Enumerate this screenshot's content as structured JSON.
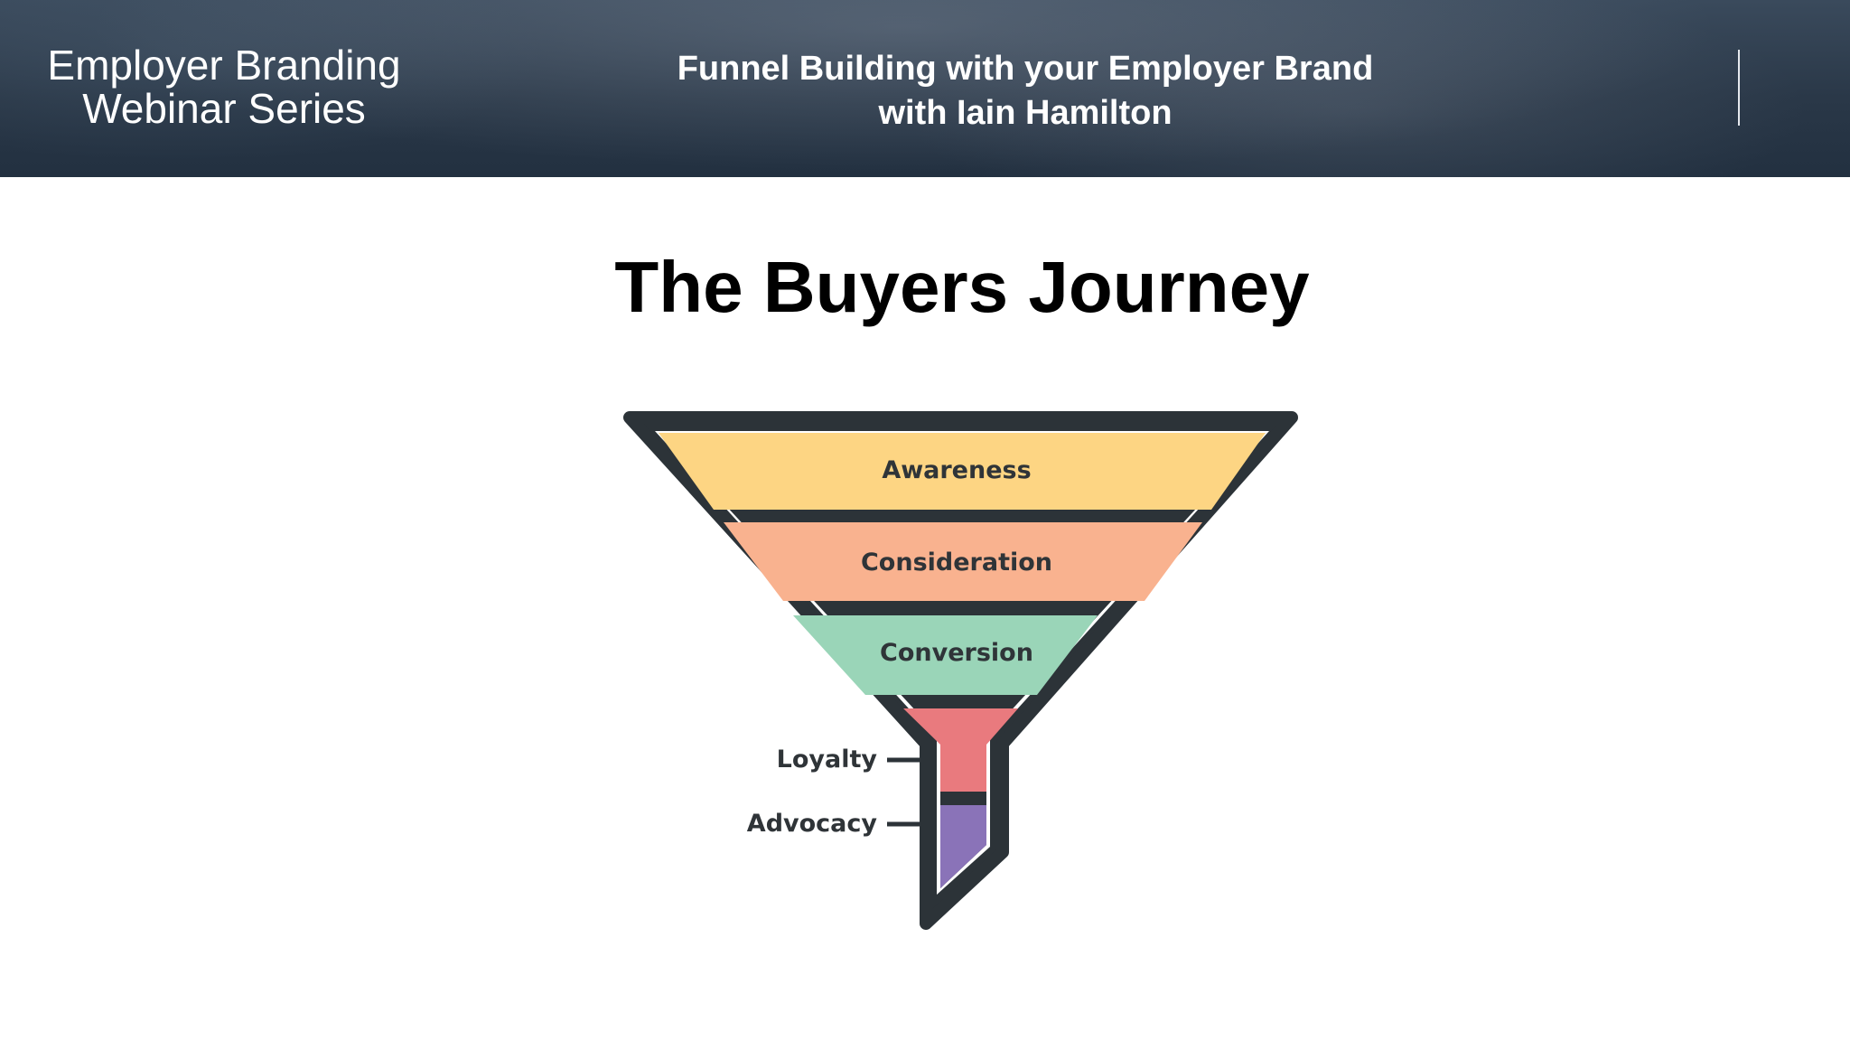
{
  "header": {
    "series_line1": "Employer Branding",
    "series_line2": "Webinar Series",
    "title_line1": "Funnel Building with your Employer Brand",
    "title_line2": "with Iain Hamilton"
  },
  "slide": {
    "title": "The Buyers Journey"
  },
  "funnel": {
    "stages": [
      {
        "label": "Awareness",
        "color": "#fdd583"
      },
      {
        "label": "Consideration",
        "color": "#f9b28f"
      },
      {
        "label": "Conversion",
        "color": "#9ad5b8"
      },
      {
        "label": "Loyalty",
        "color": "#e97a7e"
      },
      {
        "label": "Advocacy",
        "color": "#8a73b8"
      }
    ],
    "outline_color": "#2c3338"
  }
}
